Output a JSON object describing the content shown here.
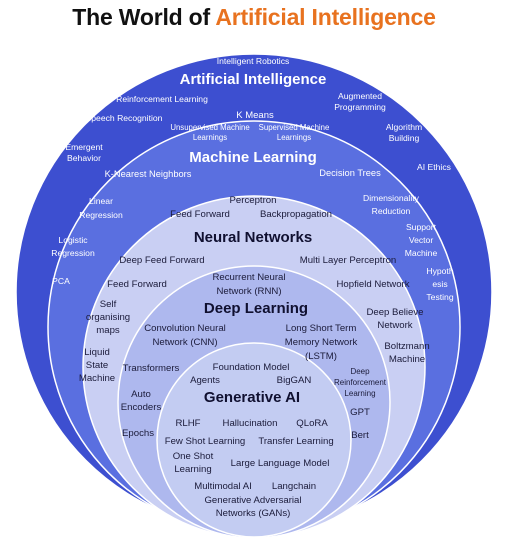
{
  "title": {
    "prefix": "The World of",
    "accent": "Artificial Intelligence"
  },
  "colors": {
    "accent": "#e8721f",
    "ai": "#3d4fd0",
    "ml": "#5a6fe0",
    "nn": "#c9cff3",
    "dl": "#aeb8ee",
    "gen": "#c3ccf2"
  },
  "layers": {
    "ai": {
      "heading": "Artificial Intelligence",
      "items": {
        "robotics": "Intelligent Robotics",
        "reinforcement": "Reinforcement Learning",
        "augmented": [
          "Augmented",
          "Programming"
        ],
        "speech": "Speech Recognition",
        "algorithm": [
          "Algorithm",
          "Building"
        ],
        "emergent": [
          "Emergent",
          "Behavior"
        ],
        "ethics": "AI Ethics",
        "linear": [
          "Linear",
          "Regression"
        ],
        "dimensionality": [
          "Dimensionality",
          "Reduction"
        ],
        "logistic": [
          "Logistic",
          "Regression"
        ],
        "svm": [
          "Support",
          "Vector",
          "Machine"
        ],
        "pca": "PCA",
        "hypothesis": [
          "Hypoth",
          "esis",
          "Testing"
        ]
      }
    },
    "ml": {
      "heading": "Machine Learning",
      "items": {
        "kmeans": "K Means",
        "unsupervised": [
          "Unsupervised Machine",
          "Learnings"
        ],
        "supervised": [
          "Supervised Machine",
          "Learnings"
        ],
        "knn": "K-Nearest Neighbors",
        "decision": "Decision Trees"
      }
    },
    "nn": {
      "heading": "Neural Networks",
      "items": {
        "perceptron": "Perceptron",
        "feedforward_top": "Feed Forward",
        "backprop": "Backpropagation",
        "deepff": "Deep Feed Forward",
        "mlp": "Multi Layer Perceptron",
        "feedforward_left": "Feed Forward",
        "hopfield": "Hopfield Network",
        "som": [
          "Self",
          "organising",
          "maps"
        ],
        "dbn": [
          "Deep Believe",
          "Network"
        ],
        "lsm": [
          "Liquid",
          "State",
          "Machine"
        ],
        "boltzmann": [
          "Boltzmann",
          "Machine"
        ]
      }
    },
    "dl": {
      "heading": "Deep Learning",
      "items": {
        "rnn": [
          "Recurrent Neural",
          "Network (RNN)"
        ],
        "cnn": [
          "Convolution Neural",
          "Network (CNN)"
        ],
        "lstm": [
          "Long Short Term",
          "Memory Network",
          "(LSTM)"
        ],
        "transformers": "Transformers",
        "drl": [
          "Deep",
          "Reinforcement",
          "Learning"
        ],
        "autoenc": [
          "Auto",
          "Encoders"
        ],
        "gpt": "GPT",
        "epochs": "Epochs",
        "bert": "Bert"
      }
    },
    "gen": {
      "heading": "Generative AI",
      "items": {
        "foundation": "Foundation Model",
        "agents": "Agents",
        "biggan": "BigGAN",
        "rlhf": "RLHF",
        "halluc": "Hallucination",
        "qlora": "QLoRA",
        "fewshot": "Few Shot Learning",
        "transfer": "Transfer Learning",
        "oneshot": [
          "One Shot",
          "Learning"
        ],
        "llm": "Large Language Model",
        "multimodal": "Multimodal AI",
        "langchain": "Langchain",
        "gan": [
          "Generative Adversarial",
          "Networks (GANs)"
        ]
      }
    }
  }
}
